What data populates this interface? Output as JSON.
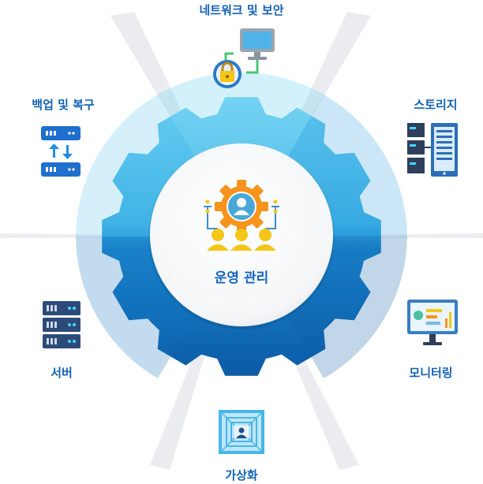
{
  "center": {
    "title": "운영 관리",
    "icon": "operations-management-gear-team-icon"
  },
  "nodes": [
    {
      "label": "네트워크 및 보안",
      "icon": "network-security-lock-icon"
    },
    {
      "label": "스토리지",
      "icon": "storage-server-rack-icon"
    },
    {
      "label": "모니터링",
      "icon": "monitoring-dashboard-icon"
    },
    {
      "label": "가상화",
      "icon": "virtualization-icon"
    },
    {
      "label": "서버",
      "icon": "server-stack-icon"
    },
    {
      "label": "백업 및 복구",
      "icon": "backup-restore-icon"
    }
  ],
  "colors": {
    "label": "#1262b3",
    "gear_light": "#5cc8ef",
    "gear_mid": "#2494d6",
    "gear_dark": "#0d63b2",
    "accent_orange": "#f7941d",
    "accent_yellow": "#f5c518"
  }
}
